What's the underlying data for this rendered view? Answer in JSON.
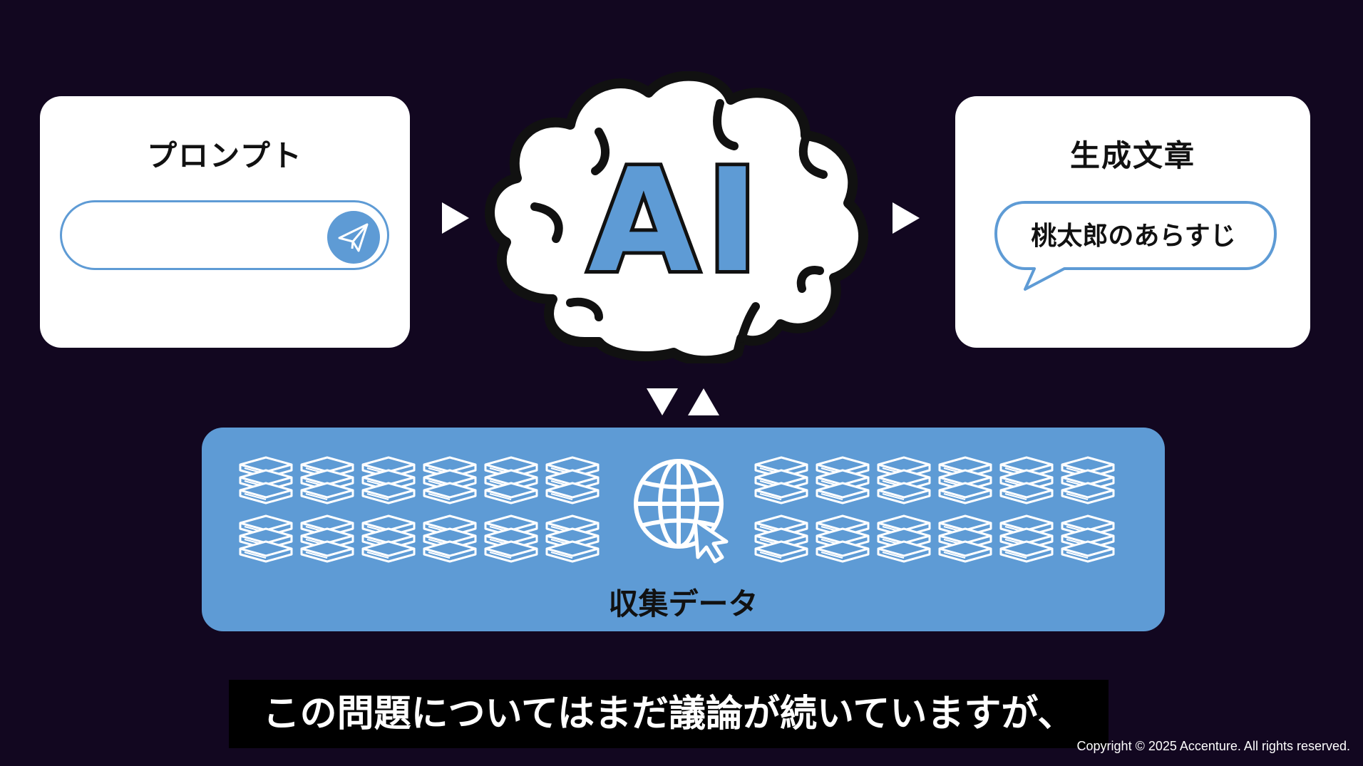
{
  "prompt": {
    "title": "プロンプト",
    "input_value": ""
  },
  "ai": {
    "label": "AI"
  },
  "output": {
    "title": "生成文章",
    "bubble_text": "桃太郎のあらすじ"
  },
  "data": {
    "label": "収集データ",
    "books_per_side": 12
  },
  "caption": "この問題についてはまだ議論が続いていますが、",
  "copyright": "Copyright © 2025 Accenture. All rights reserved.",
  "icons": [
    "paper-plane-icon",
    "brain-icon",
    "book-stack-icon",
    "globe-icon",
    "cursor-icon"
  ],
  "colors": {
    "accent": "#5e9bd5",
    "background": "#120720",
    "card": "#ffffff"
  }
}
